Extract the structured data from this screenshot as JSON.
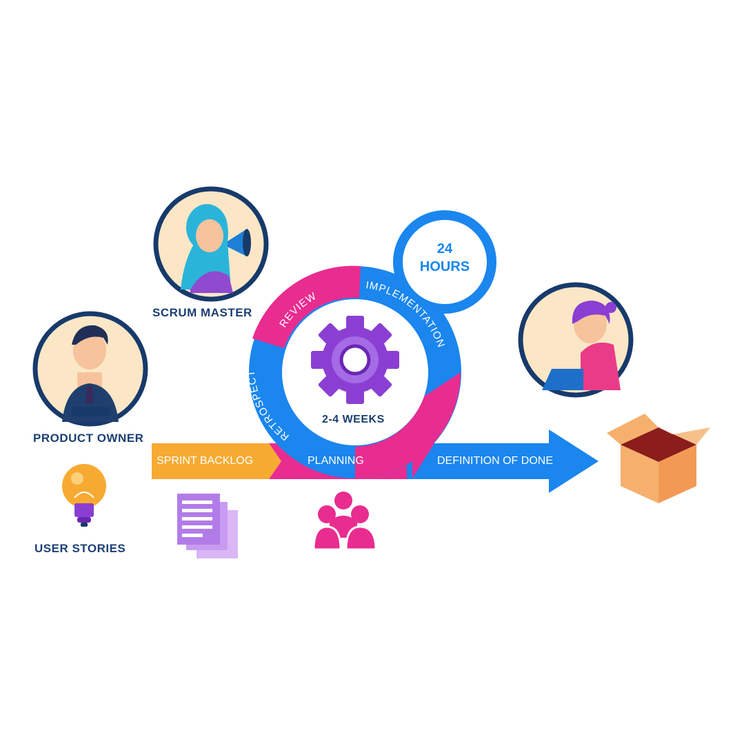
{
  "labels": {
    "scrum_master": "SCRUM MASTER",
    "product_owner": "PRODUCT OWNER",
    "user_stories": "USER STORIES"
  },
  "flow": {
    "sprint_backlog": "SPRINT BACKLOG",
    "planning": "PLANNING",
    "definition_of_done": "DEFINITION OF DONE"
  },
  "cycle": {
    "review": "REVIEW",
    "implementation": "IMPLEMENTATION",
    "retrospect": "RETROSPECT",
    "duration": "2-4 WEEKS"
  },
  "daily": {
    "line1": "24",
    "line2": "HOURS"
  },
  "colors": {
    "navy": "#173a6b",
    "blue": "#1a86ee",
    "magenta": "#e92c8f",
    "orange": "#f7aa32",
    "purple": "#8a3fd2",
    "skin_bg": "#fbe7c6"
  }
}
